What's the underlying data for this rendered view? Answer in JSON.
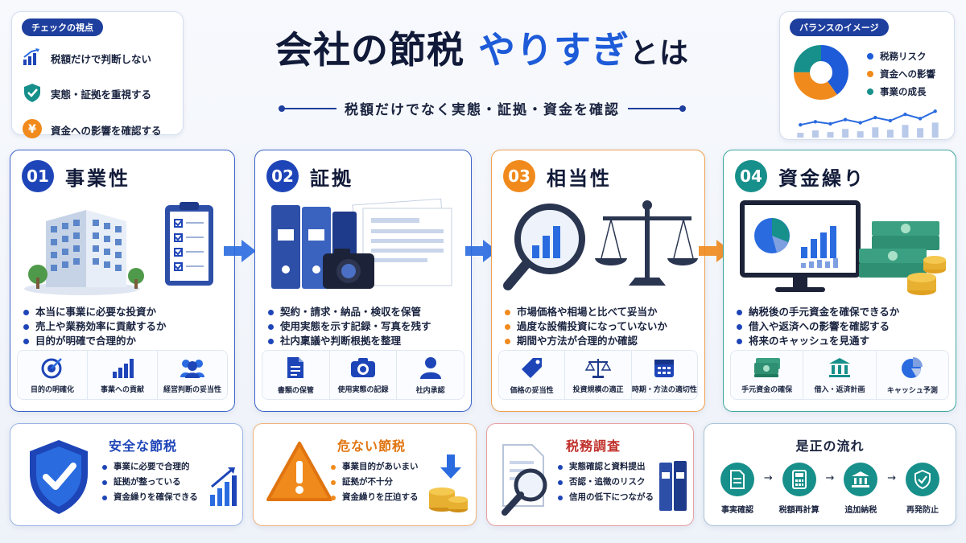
{
  "checks": {
    "title": "チェックの視点",
    "items": [
      {
        "label": "税額だけで判断しない",
        "icon": "bar-chart-icon"
      },
      {
        "label": "実態・証拠を重視する",
        "icon": "shield-check-icon"
      },
      {
        "label": "資金への影響を確認する",
        "icon": "yen-coin-icon"
      }
    ]
  },
  "header": {
    "title_main": "会社の節税",
    "title_highlight": "やりすぎ",
    "title_end": "とは",
    "subtitle": "税額だけでなく実態・証拠・資金を確認"
  },
  "balance": {
    "title": "バランスのイメージ",
    "legend": [
      {
        "label": "税務リスク",
        "color": "#1e5bd8"
      },
      {
        "label": "資金への影響",
        "color": "#f08a1c"
      },
      {
        "label": "事業の成長",
        "color": "#178f8a"
      }
    ],
    "donut": [
      0.4,
      0.35,
      0.25
    ],
    "trend": [
      0.3,
      0.45,
      0.35,
      0.55,
      0.4,
      0.65,
      0.5,
      0.8,
      0.6,
      0.95
    ]
  },
  "panels": [
    {
      "num": "01",
      "title": "事業性",
      "color": "#1e45b8",
      "bullets": [
        "本当に事業に必要な投資か",
        "売上や業務効率に貢献するか",
        "目的が明確で合理的か"
      ],
      "icons": [
        {
          "label": "目的の明確化",
          "icon": "target-icon"
        },
        {
          "label": "事業への貢献",
          "icon": "bar-chart-icon"
        },
        {
          "label": "経営判断の妥当性",
          "icon": "people-icon"
        }
      ]
    },
    {
      "num": "02",
      "title": "証拠",
      "color": "#1e45b8",
      "bullets": [
        "契約・請求・納品・検収を保管",
        "使用実態を示す記録・写真を残す",
        "社内稟議や判断根拠を整理"
      ],
      "icons": [
        {
          "label": "書類の保管",
          "icon": "document-icon"
        },
        {
          "label": "使用実態の記録",
          "icon": "camera-icon"
        },
        {
          "label": "社内承認",
          "icon": "person-icon"
        }
      ]
    },
    {
      "num": "03",
      "title": "相当性",
      "color": "#f08a1c",
      "bullets": [
        "市場価格や相場と比べて妥当か",
        "過度な設備投資になっていないか",
        "期間や方法が合理的か確認"
      ],
      "icons": [
        {
          "label": "価格の妥当性",
          "icon": "price-tag-icon"
        },
        {
          "label": "投資規模の適正",
          "icon": "scale-icon"
        },
        {
          "label": "時期・方法の適切性",
          "icon": "calendar-icon"
        }
      ]
    },
    {
      "num": "04",
      "title": "資金繰り",
      "color": "#178f8a",
      "bullets": [
        "納税後の手元資金を確保できるか",
        "借入や返済への影響を確認する",
        "将来のキャッシュを見通す"
      ],
      "icons": [
        {
          "label": "手元資金の確保",
          "icon": "cash-icon"
        },
        {
          "label": "借入・返済計画",
          "icon": "bank-icon"
        },
        {
          "label": "キャッシュ予測",
          "icon": "pie-chart-icon"
        }
      ]
    }
  ],
  "safe": {
    "title": "安全な節税",
    "items": [
      "事業に必要で合理的",
      "証拠が整っている",
      "資金繰りを確保できる"
    ]
  },
  "danger": {
    "title": "危ない節税",
    "items": [
      "事業目的があいまい",
      "証拠が不十分",
      "資金繰りを圧迫する"
    ]
  },
  "audit": {
    "title": "税務調査",
    "items": [
      "実態確認と資料提出",
      "否認・追徴のリスク",
      "信用の低下につながる"
    ]
  },
  "flow": {
    "title": "是正の流れ",
    "steps": [
      {
        "label": "事実確認",
        "icon": "document-icon"
      },
      {
        "label": "税額再計算",
        "icon": "calculator-icon"
      },
      {
        "label": "追加納税",
        "icon": "bank-icon"
      },
      {
        "label": "再発防止",
        "icon": "shield-check-icon"
      }
    ]
  }
}
